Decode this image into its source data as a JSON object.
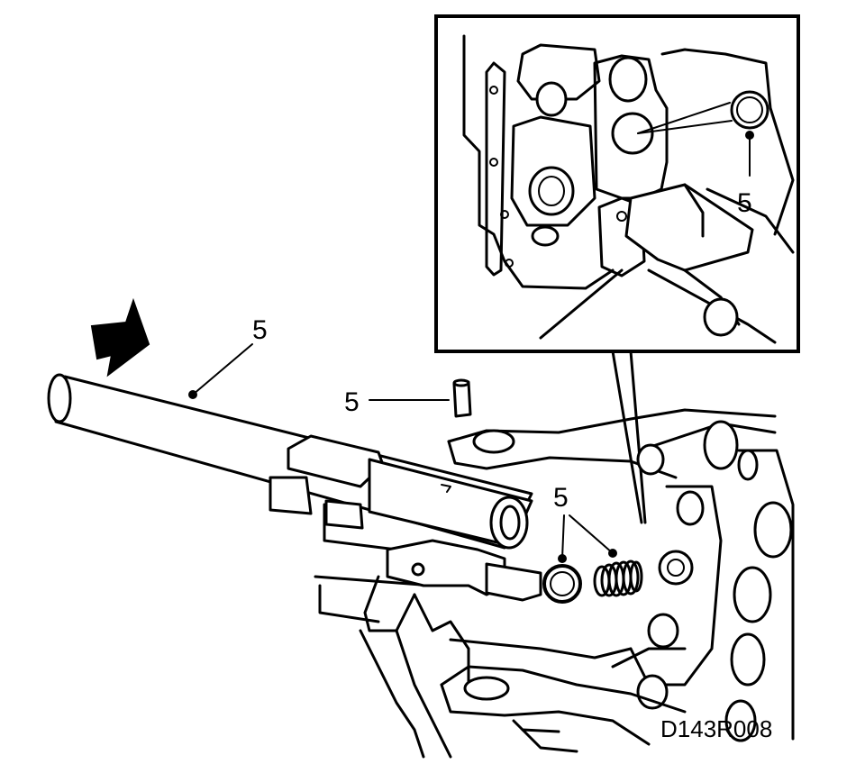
{
  "callouts": {
    "shaft_label": "5",
    "pin_label": "5",
    "ring_spring_label": "5",
    "inset_label": "5"
  },
  "figure_code": "D143R008",
  "icons": {
    "direction_arrow": "direction-arrow-icon"
  }
}
